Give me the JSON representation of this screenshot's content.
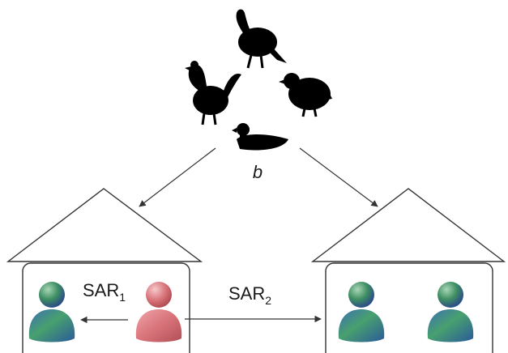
{
  "center_label": "b",
  "sar1": {
    "base": "SAR",
    "sub": "1"
  },
  "sar2": {
    "base": "SAR",
    "sub": "2"
  },
  "birds": [
    "turkey-icon",
    "rooster-icon",
    "quail-icon",
    "duck-icon"
  ],
  "people": {
    "left_house": [
      "green-person-icon",
      "red-person-icon"
    ],
    "right_house": [
      "green-person-icon",
      "green-person-icon"
    ]
  },
  "colors": {
    "person_green": "#3f8f63",
    "person_blue": "#4a6fb0",
    "person_red": "#d8747a",
    "line": "#333333"
  }
}
